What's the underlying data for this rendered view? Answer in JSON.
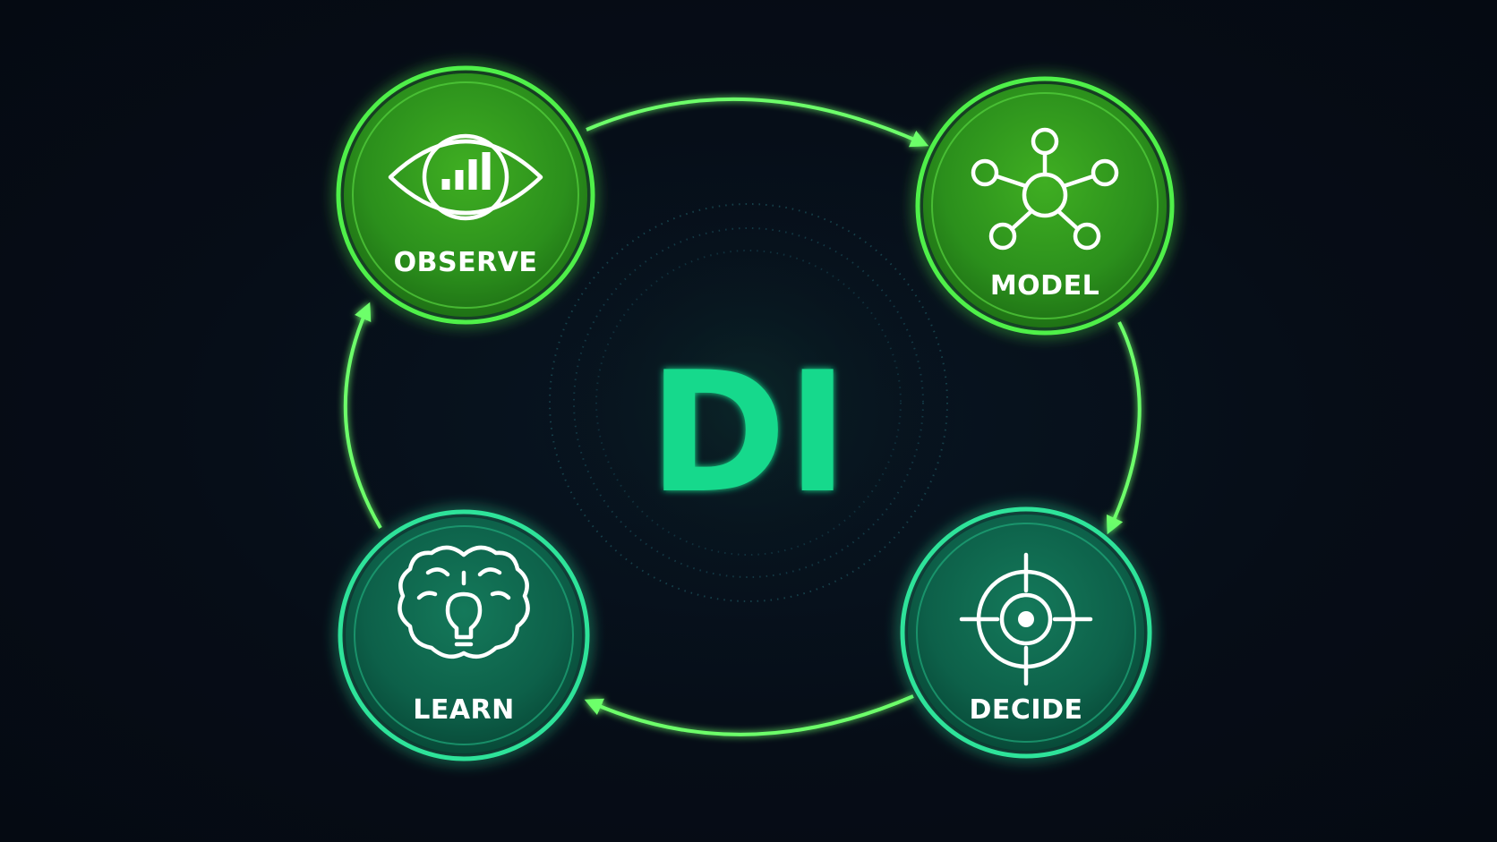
{
  "center_label": "DI",
  "nodes": [
    {
      "label": "OBSERVE",
      "icon": "eye-chart-icon",
      "color": "#2f9a1f"
    },
    {
      "label": "MODEL",
      "icon": "network-node-icon",
      "color": "#2f9a1f"
    },
    {
      "label": "DECIDE",
      "icon": "target-crosshair-icon",
      "color": "#0d6b4f"
    },
    {
      "label": "LEARN",
      "icon": "brain-lightbulb-icon",
      "color": "#0d6b4f"
    }
  ],
  "colors": {
    "background": "#060d17",
    "accent_green": "#6dff6a",
    "center_text": "#19d98c"
  }
}
